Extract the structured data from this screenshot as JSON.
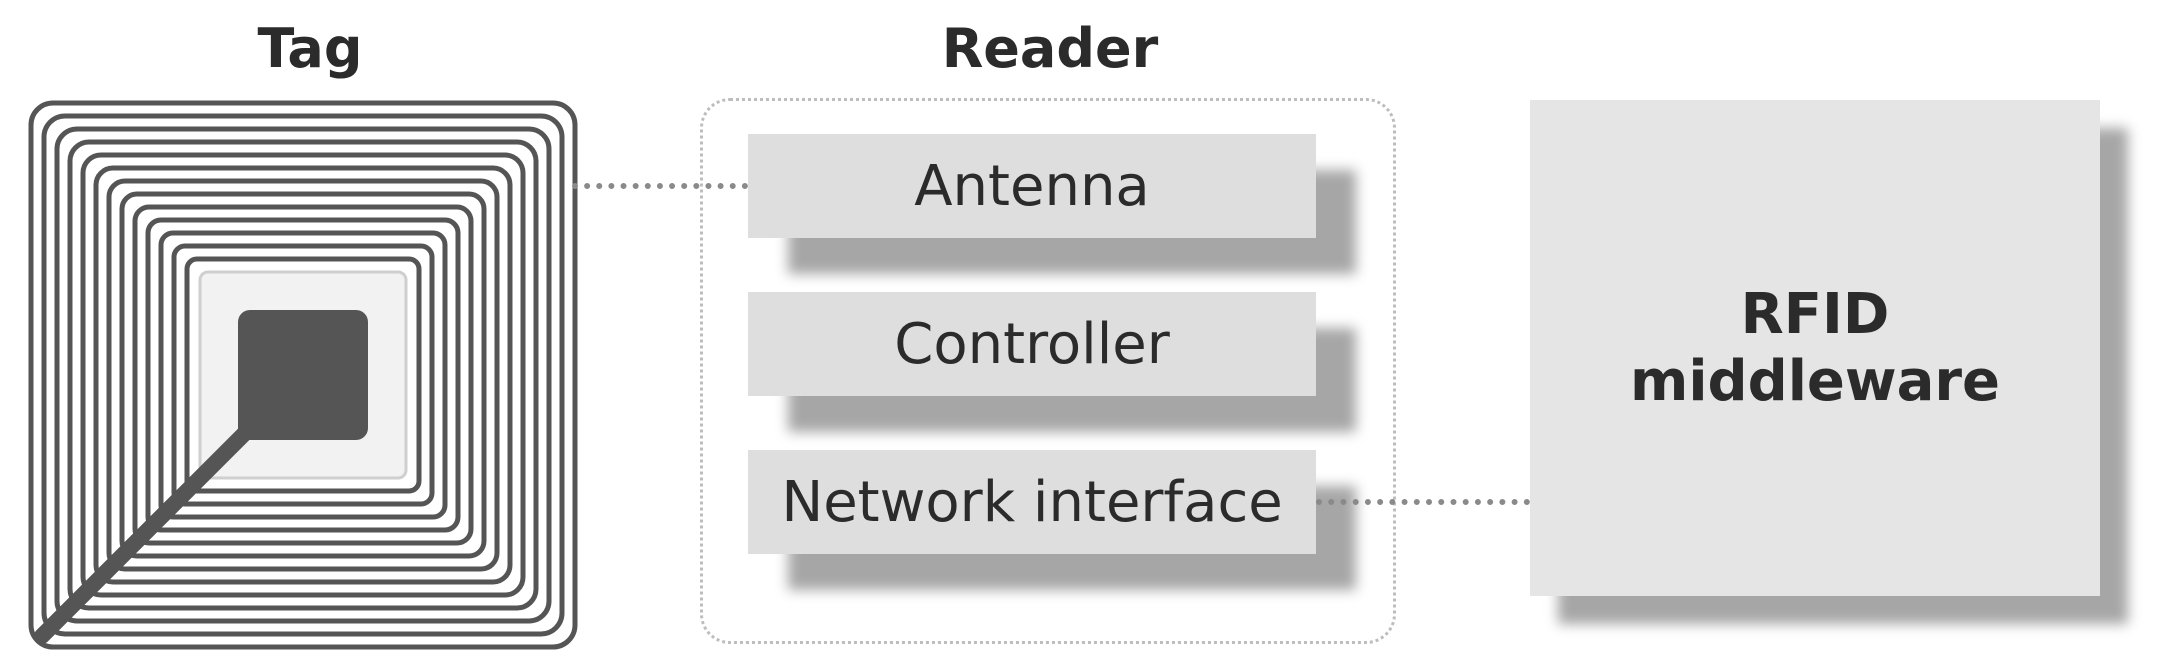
{
  "tag": {
    "title": "Tag"
  },
  "reader": {
    "title": "Reader",
    "modules": [
      {
        "label": "Antenna"
      },
      {
        "label": "Controller"
      },
      {
        "label": "Network interface"
      }
    ]
  },
  "middleware": {
    "line1": "RFID",
    "line2": "middleware"
  },
  "colors": {
    "coil_dark": "#555555",
    "coil_light": "#f2f2f2",
    "module_fill": "#dedede",
    "middleware_fill": "#e5e5e5",
    "connector": "#8a8a8a"
  }
}
